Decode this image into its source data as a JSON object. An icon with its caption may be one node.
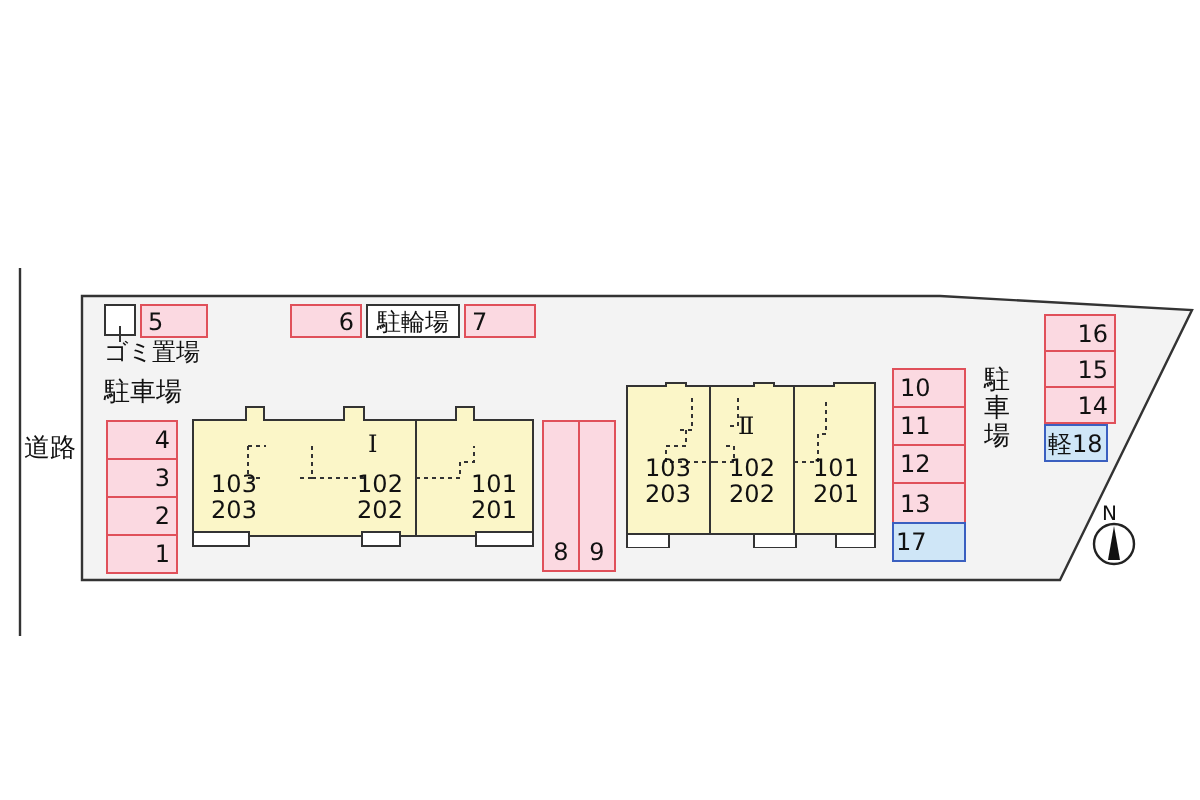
{
  "diagram": {
    "nodes": [
      {
        "text": [
          "ゴミ置場"
        ]
      },
      {
        "text": [
          "5"
        ]
      },
      {
        "text": [
          "6"
        ]
      },
      {
        "text": [
          "駐輪場"
        ]
      },
      {
        "text": [
          "7"
        ]
      },
      {
        "text": [
          "16"
        ]
      },
      {
        "text": [
          "15"
        ]
      },
      {
        "text": [
          "14"
        ]
      },
      {
        "text": [
          "軽18"
        ]
      },
      {
        "text": [
          "4"
        ]
      },
      {
        "text": [
          "3"
        ]
      },
      {
        "text": [
          "2"
        ]
      },
      {
        "text": [
          "1"
        ]
      },
      {
        "text": [
          "Ⅰ"
        ]
      },
      {
        "text": [
          "103 203"
        ],
        "in": 13
      },
      {
        "text": [
          "102 202"
        ],
        "in": 13
      },
      {
        "text": [
          "101 201"
        ],
        "in": 13
      },
      {
        "text": [
          "8"
        ]
      },
      {
        "text": [
          "9"
        ]
      },
      {
        "text": [
          "Ⅱ"
        ]
      },
      {
        "text": [
          "103 203"
        ],
        "in": 19
      },
      {
        "text": [
          "102 202"
        ],
        "in": 19
      },
      {
        "text": [
          "101 201"
        ],
        "in": 19
      },
      {
        "text": [
          "10"
        ]
      },
      {
        "text": [
          "11"
        ]
      },
      {
        "text": [
          "12"
        ]
      },
      {
        "text": [
          "13"
        ]
      },
      {
        "text": [
          "17"
        ]
      }
    ],
    "labels": [
      "駐車場",
      "道路",
      "駐車場",
      "N"
    ]
  }
}
